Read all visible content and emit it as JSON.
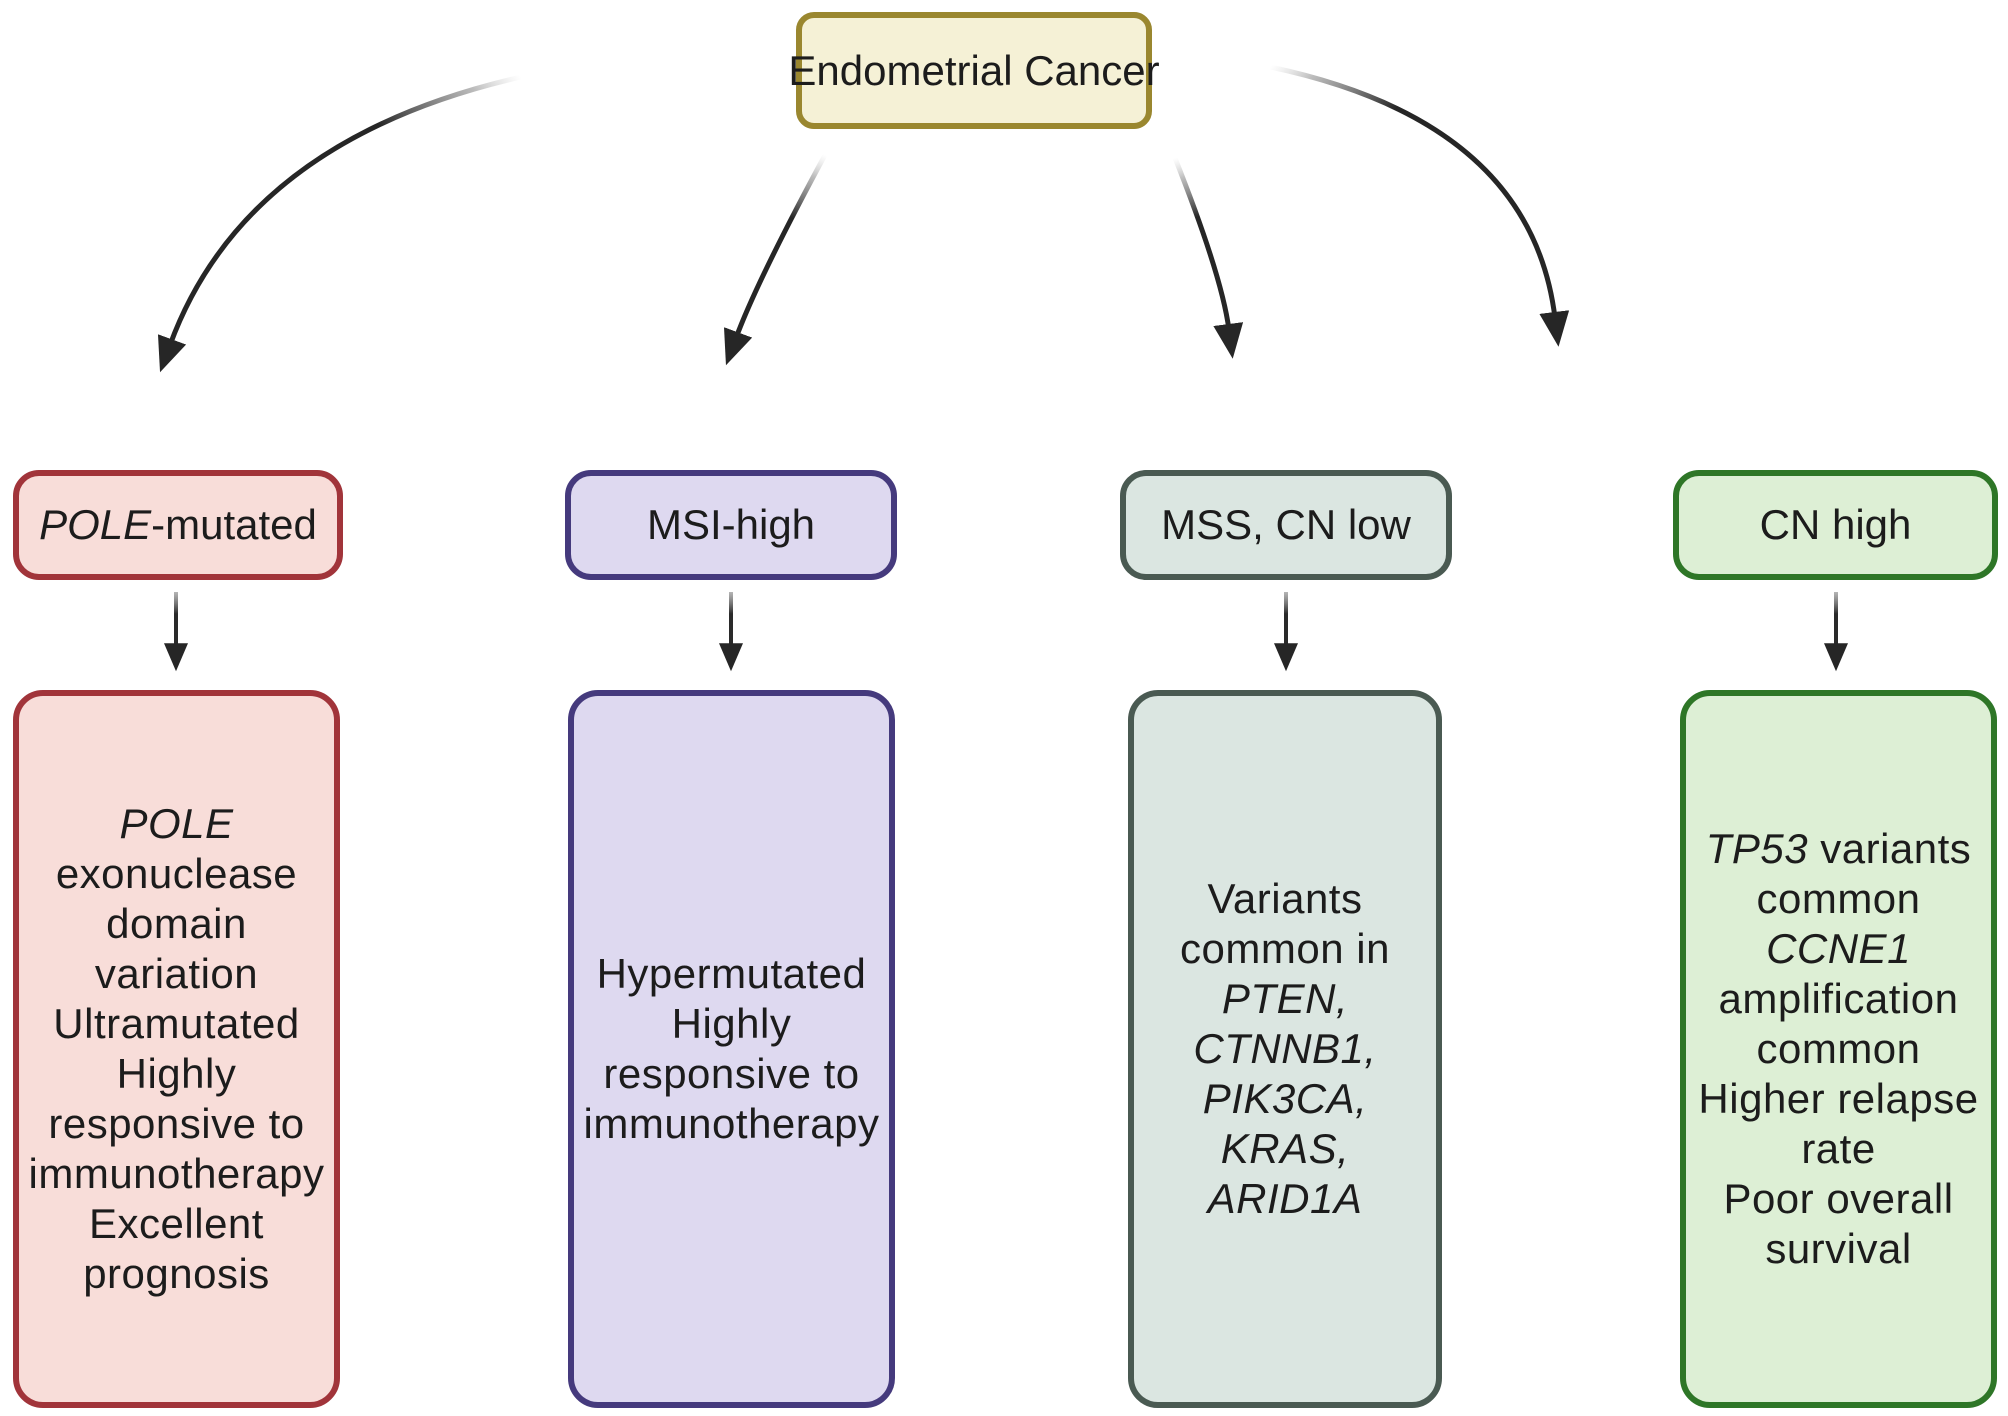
{
  "diagram": {
    "text_color": "#1c1c1c",
    "arrow_color": "#262626",
    "root": {
      "label": "Endometrial Cancer",
      "border_color": "#9a872f",
      "fill_color": "#f5f1d6"
    },
    "columns": [
      {
        "id": "pole-mutated",
        "colors": {
          "border": "#a1343a",
          "fill": "#f8ddd9"
        },
        "category_lines": [
          [
            {
              "t": "POLE",
              "i": true
            },
            {
              "t": "-mutated"
            }
          ]
        ],
        "detail_lines": [
          [
            {
              "t": "POLE",
              "i": true
            }
          ],
          [
            {
              "t": "exonuclease"
            }
          ],
          [
            {
              "t": "domain"
            }
          ],
          [
            {
              "t": "variation"
            }
          ],
          [
            {
              "t": "Ultramutated"
            }
          ],
          [
            {
              "t": "Highly"
            }
          ],
          [
            {
              "t": "responsive to"
            }
          ],
          [
            {
              "t": "immunotherapy"
            }
          ],
          [
            {
              "t": "Excellent"
            }
          ],
          [
            {
              "t": "prognosis"
            }
          ]
        ]
      },
      {
        "id": "msi-high",
        "colors": {
          "border": "#453a7d",
          "fill": "#ded9f0"
        },
        "category_lines": [
          [
            {
              "t": "MSI-high"
            }
          ]
        ],
        "detail_lines": [
          [
            {
              "t": "Hypermutated"
            }
          ],
          [
            {
              "t": "Highly"
            }
          ],
          [
            {
              "t": "responsive to"
            }
          ],
          [
            {
              "t": "immunotherapy"
            }
          ]
        ]
      },
      {
        "id": "mss-cn-low",
        "colors": {
          "border": "#4a5a52",
          "fill": "#dbe6e1"
        },
        "category_lines": [
          [
            {
              "t": "MSS, CN low"
            }
          ]
        ],
        "detail_lines": [
          [
            {
              "t": "Variants"
            }
          ],
          [
            {
              "t": "common in"
            }
          ],
          [
            {
              "t": "PTEN,",
              "i": true
            }
          ],
          [
            {
              "t": "CTNNB1,",
              "i": true
            }
          ],
          [
            {
              "t": "PIK3CA, KRAS,",
              "i": true
            }
          ],
          [
            {
              "t": "ARID1A",
              "i": true
            }
          ]
        ]
      },
      {
        "id": "cn-high",
        "colors": {
          "border": "#2e7627",
          "fill": "#ddefd5"
        },
        "category_lines": [
          [
            {
              "t": "CN high"
            }
          ]
        ],
        "detail_lines": [
          [
            {
              "t": "TP53",
              "i": true
            },
            {
              "t": " variants"
            }
          ],
          [
            {
              "t": "common"
            }
          ],
          [
            {
              "t": "CCNE1",
              "i": true
            }
          ],
          [
            {
              "t": "amplification"
            }
          ],
          [
            {
              "t": "common"
            }
          ],
          [
            {
              "t": "Higher relapse"
            }
          ],
          [
            {
              "t": "rate"
            }
          ],
          [
            {
              "t": "Poor overall"
            }
          ],
          [
            {
              "t": "survival"
            }
          ]
        ]
      }
    ]
  }
}
